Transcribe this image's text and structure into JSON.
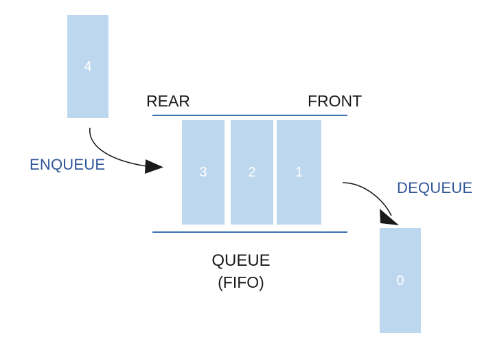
{
  "diagram": {
    "title": "QUEUE",
    "subtitle": "(FIFO)",
    "markers": {
      "rear": "REAR",
      "front": "FRONT"
    },
    "operations": {
      "enqueue": "ENQUEUE",
      "dequeue": "DEQUEUE"
    },
    "incoming_element": {
      "value": "4"
    },
    "queue_elements": [
      {
        "value": "3",
        "position": "rear"
      },
      {
        "value": "2",
        "position": "middle"
      },
      {
        "value": "1",
        "position": "front"
      }
    ],
    "outgoing_element": {
      "value": "0"
    },
    "colors": {
      "element_fill": "#bdd7ee",
      "element_text": "#ffffff",
      "rule": "#3a6fb0",
      "operation_label": "#2f5597",
      "marker_label": "#1a1a1a",
      "arrow": "#1a1a1a",
      "background": "#ffffff"
    }
  }
}
